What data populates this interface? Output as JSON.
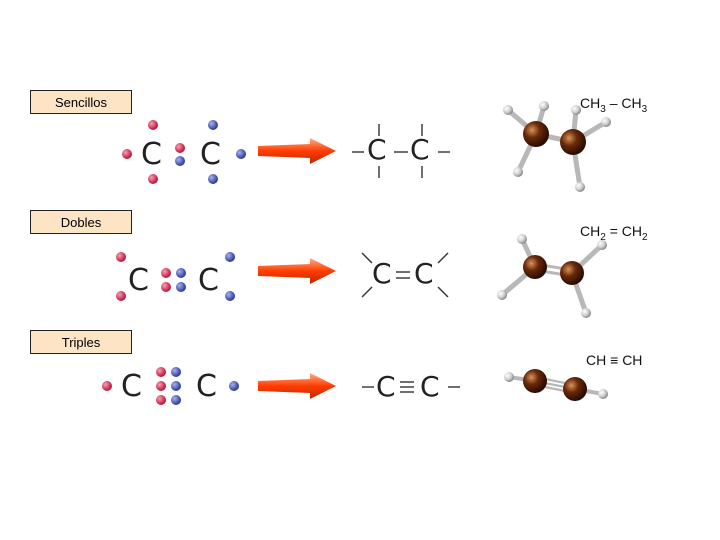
{
  "labels": {
    "single": "Sencillos",
    "double": "Dobles",
    "triple": "Triples"
  },
  "formulas": {
    "ethane": {
      "a": "CH",
      "a_sub": "3",
      "bond": "–",
      "b": "CH",
      "b_sub": "3"
    },
    "ethene": {
      "a": "CH",
      "a_sub": "2",
      "bond": "=",
      "b": "CH",
      "b_sub": "2"
    },
    "ethyne": {
      "a": "CH",
      "bond": "≡",
      "b": "CH"
    }
  },
  "atom_symbol": "C",
  "colors": {
    "electron_a": "#c8244a",
    "electron_b": "#3a4aa8",
    "arrow": "#ff3c00",
    "carbon_ball": "#6a2a0a",
    "hydrogen_ball": "#d8d8d8",
    "label_bg": "#fce4c4"
  }
}
